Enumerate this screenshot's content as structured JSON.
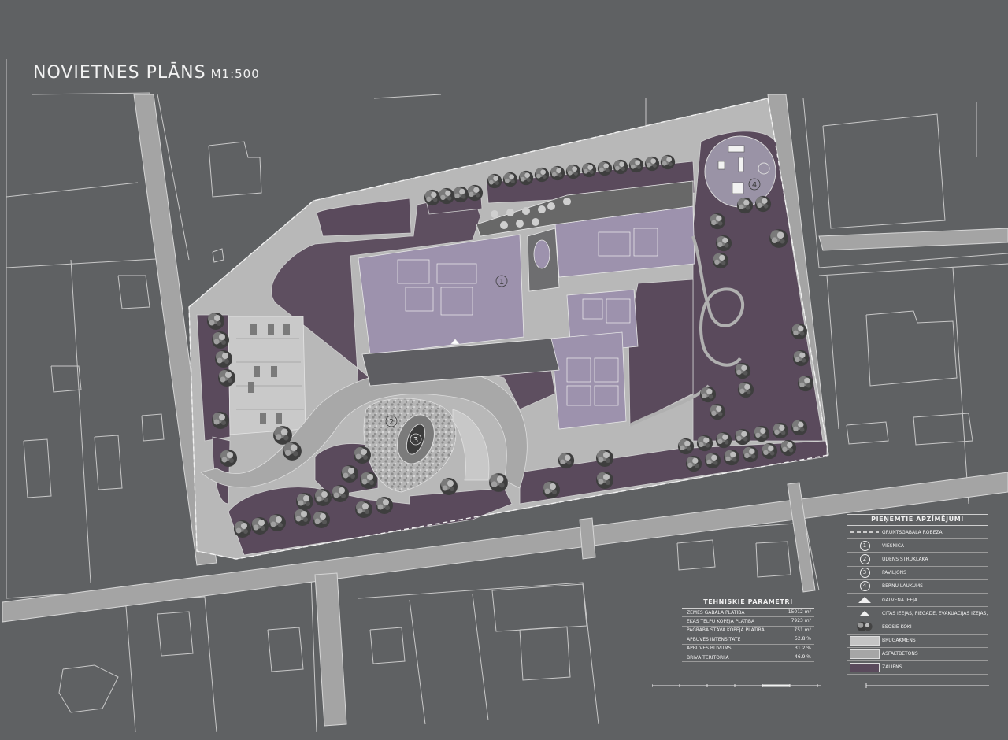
{
  "title": {
    "main": "NOVIETNES PLĀNS",
    "scale": "M1:500"
  },
  "building_numbers": [
    "1",
    "2",
    "3",
    "4"
  ],
  "technical_parameters": {
    "heading": "TEHNISKIE PARAMETRI",
    "rows": [
      {
        "label": "ZEMES GABALA PLATĪBA",
        "value": "15012 m²"
      },
      {
        "label": "ĒKAS TELPU KOPĒJĀ PLATĪBA",
        "value": "7923 m²"
      },
      {
        "label": "PAGRABA STĀVA KOPĒJĀ PLATĪBA",
        "value": "751 m²"
      },
      {
        "label": "APBŪVES INTENSITĀTE",
        "value": "52.8 %"
      },
      {
        "label": "APBŪVES BLĪVUMS",
        "value": "31.2 %"
      },
      {
        "label": "BRĪVĀ TERITORIJA",
        "value": "46.9 %"
      }
    ]
  },
  "legend": {
    "heading": "PIEŅEMTIE APZĪMĒJUMI",
    "items": [
      {
        "symbol": "dashed-line",
        "label": "GRUNTSGABALA ROBEŽA"
      },
      {
        "symbol": "circle-1",
        "number": "1",
        "label": "VIESNĪCA"
      },
      {
        "symbol": "circle-2",
        "number": "2",
        "label": "ŪDENS STRŪKLAKA"
      },
      {
        "symbol": "circle-3",
        "number": "3",
        "label": "PAVILJONS"
      },
      {
        "symbol": "circle-4",
        "number": "4",
        "label": "BĒRNU LAUKUMS"
      },
      {
        "symbol": "triangle-solid",
        "label": "GALVENĀ IEEJA"
      },
      {
        "symbol": "triangle-small",
        "label": "CITAS IEEJAS, PIEGĀDE, EVAKUĀCIJAS IZEJAS,"
      },
      {
        "symbol": "tree",
        "label": "ESOŠIE KOKI"
      },
      {
        "symbol": "swatch",
        "color": "#c4c4c4",
        "label": "BRUGAKMENS"
      },
      {
        "symbol": "swatch",
        "color": "#a6a6a6",
        "label": "ASFALTBETONS"
      },
      {
        "symbol": "swatch",
        "color": "#5a4a5c",
        "label": "ZĀLIENS"
      }
    ]
  },
  "colors": {
    "background": "#5f6163",
    "lawn": "#5a4a5c",
    "paving": "#c4c4c4",
    "asphalt": "#a6a6a6",
    "building": "#9d92ad",
    "line": "#d8d8d8"
  }
}
